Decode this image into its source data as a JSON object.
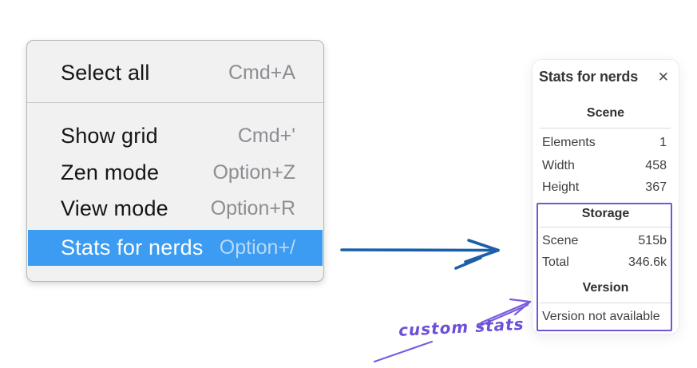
{
  "menu": {
    "group1": [
      {
        "label": "Select all",
        "shortcut": "Cmd+A"
      }
    ],
    "group2": [
      {
        "label": "Show grid",
        "shortcut": "Cmd+'"
      },
      {
        "label": "Zen mode",
        "shortcut": "Option+Z"
      },
      {
        "label": "View mode",
        "shortcut": "Option+R"
      },
      {
        "label": "Stats for nerds",
        "shortcut": "Option+/",
        "state": "selected"
      }
    ]
  },
  "stats_panel": {
    "title": "Stats for nerds",
    "close_icon": "✕",
    "scene": {
      "heading": "Scene",
      "rows": [
        {
          "label": "Elements",
          "value": "1"
        },
        {
          "label": "Width",
          "value": "458"
        },
        {
          "label": "Height",
          "value": "367"
        }
      ]
    },
    "storage": {
      "heading": "Storage",
      "rows": [
        {
          "label": "Scene",
          "value": "515b"
        },
        {
          "label": "Total",
          "value": "346.6k"
        }
      ]
    },
    "version": {
      "heading": "Version",
      "note": "Version not available"
    }
  },
  "annotation": {
    "label": "custom stats"
  },
  "colors": {
    "menu_highlight": "#3b9cf1",
    "arrow_blue": "#1c5fa8",
    "annotation_purple": "#7456d4"
  }
}
